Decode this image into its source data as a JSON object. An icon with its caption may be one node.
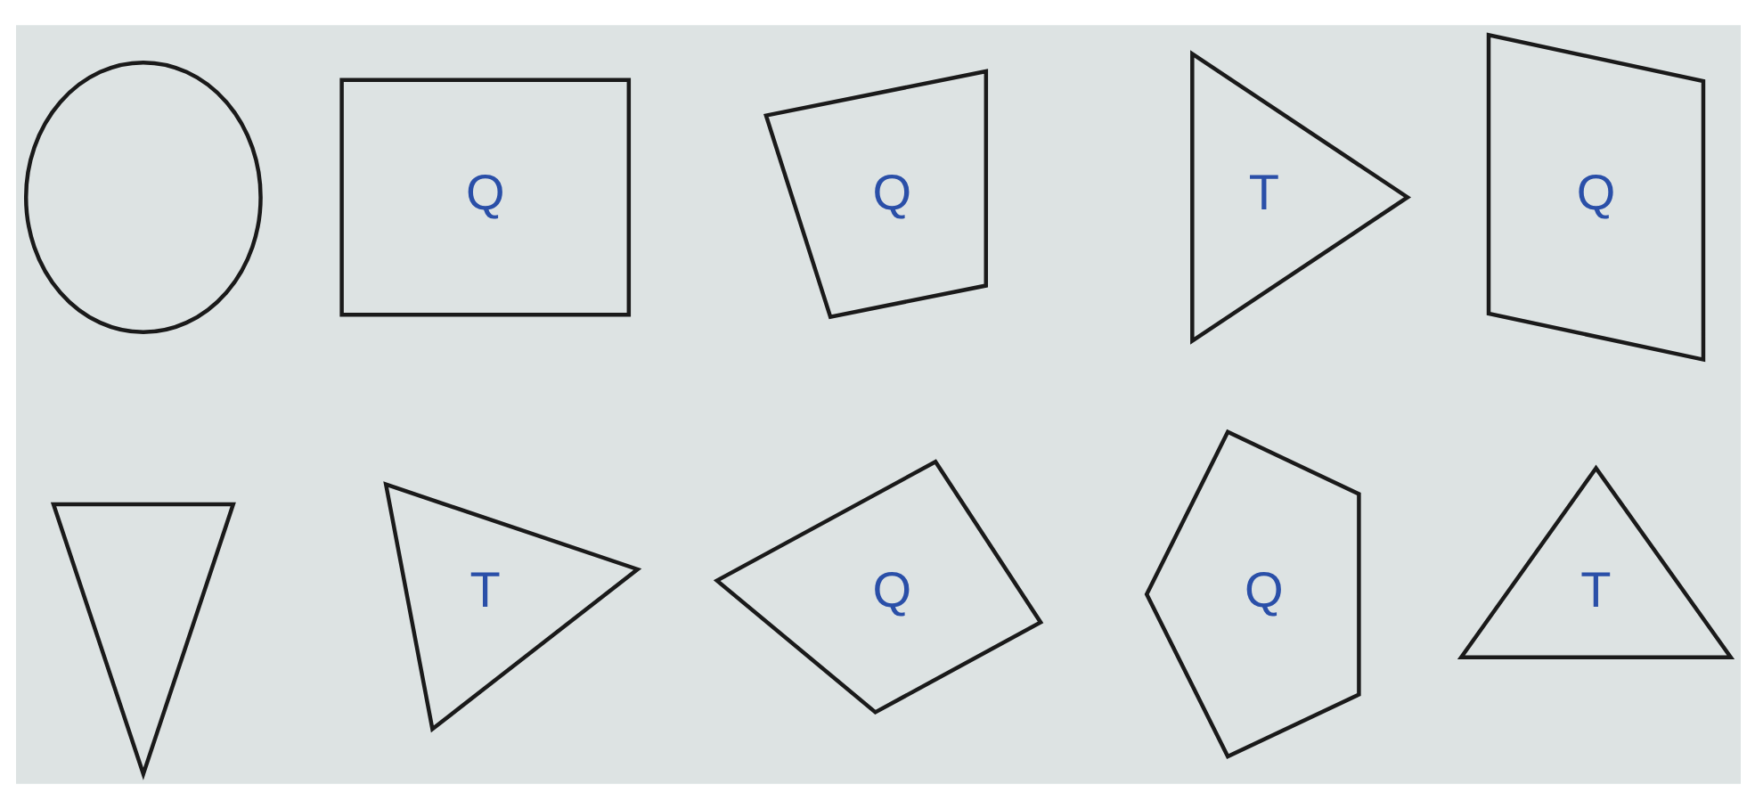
{
  "diagram": {
    "nodes": [
      {
        "text": [],
        "shape": "circle"
      },
      {
        "text": [
          "Q"
        ]
      },
      {
        "text": [
          "Q"
        ]
      },
      {
        "text": [
          "T"
        ]
      },
      {
        "text": [
          "Q"
        ]
      },
      {
        "text": [],
        "shape": "triangle"
      },
      {
        "text": [
          "T"
        ]
      },
      {
        "text": [
          "Q"
        ]
      },
      {
        "text": [
          "Q"
        ]
      },
      {
        "text": [
          "T"
        ]
      }
    ],
    "edges": []
  }
}
